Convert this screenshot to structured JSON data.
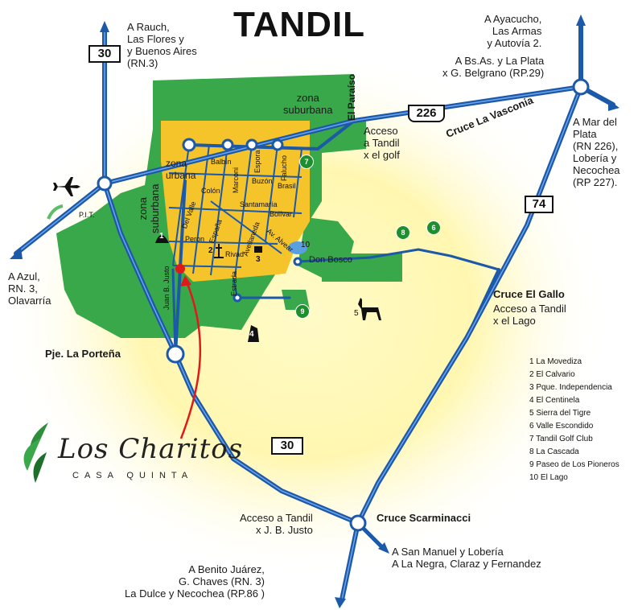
{
  "title": "TANDIL",
  "colors": {
    "road": "#1c59a8",
    "road_light": "#4f8be0",
    "green_area": "#38a84a",
    "urban_area": "#f5c42b",
    "glow": "#fff7b0"
  },
  "destinations": {
    "nw": [
      "A Rauch,",
      "Las Flores y",
      "y Buenos Aires",
      "(RN.3)"
    ],
    "ne_top": [
      "A Ayacucho,",
      "Las Armas",
      "y Autovía 2."
    ],
    "ne_mid": [
      "A Bs.As. y La Plata",
      "x G. Belgrano (RP.29)"
    ],
    "east": [
      "A Mar del",
      "Plata",
      "(RN 226),",
      "Lobería y",
      "Necochea",
      "(RP 227)."
    ],
    "west": [
      "A Azul,",
      "RN. 3,",
      "Olavarría"
    ],
    "south": [
      "A Benito Juárez,",
      "G. Chaves (RN. 3)",
      "La Dulce y Necochea (RP.86 )"
    ],
    "se": [
      "A San Manuel y Lobería",
      "A La Negra, Claraz y Fernandez"
    ]
  },
  "junctions": {
    "vasconia": "Cruce La Vasconia",
    "gallo": "Cruce El Gallo",
    "gallo_sub": [
      "Acceso a Tandil",
      "x el Lago"
    ],
    "scarminacci": "Cruce Scarminacci",
    "scarminacci_sub": [
      "Acceso a Tandil",
      "x J. B. Justo"
    ],
    "porteña": "Pje. La Porteña",
    "golf_access": [
      "Acceso",
      "a Tandil",
      "x el golf"
    ],
    "don_bosco": "Don Bosco",
    "pit": "P.I.T.",
    "el_paraiso": "El Paraíso"
  },
  "zones": {
    "suburbana_top": [
      "zona",
      "suburbana"
    ],
    "suburbana_left": [
      "zona",
      "suburbana"
    ],
    "urbana": [
      "zona",
      "urbana"
    ]
  },
  "streets": {
    "balbin": "Balbín",
    "marconi": "Marconi",
    "espora": "Espora",
    "buzon": "Buzón",
    "falucho": "Falucho",
    "brasil": "Brasil",
    "colon": "Colón",
    "santamaria": "Santamaría",
    "bolivar": "Bolívar",
    "del_valle": "Del Valle",
    "espana": "España",
    "avellaneda": "Avellaneda",
    "av_alvear": "Av. Alvear",
    "peron": "Peron",
    "rivad": "Rivad",
    "juan_b_justo": "Juan B. Justo",
    "estrada": "Estrada"
  },
  "routes": {
    "r30_top": "30",
    "r30_bottom": "30",
    "r226": "226",
    "r74": "74"
  },
  "poi_numbers": [
    "1",
    "2",
    "3",
    "4",
    "5",
    "6",
    "7",
    "8",
    "9",
    "10"
  ],
  "legend": [
    "1 La Movediza",
    "2 El Calvario",
    "3 Pque. Independencia",
    "4 El Centinela",
    "5 Sierra del Tigre",
    "6 Valle Escondido",
    "7 Tandil Golf Club",
    "8 La Cascada",
    "9 Paseo de Los Pioneros",
    "10 El Lago"
  ],
  "logo": {
    "name": "Los Charitos",
    "sub": "CASA QUINTA"
  }
}
